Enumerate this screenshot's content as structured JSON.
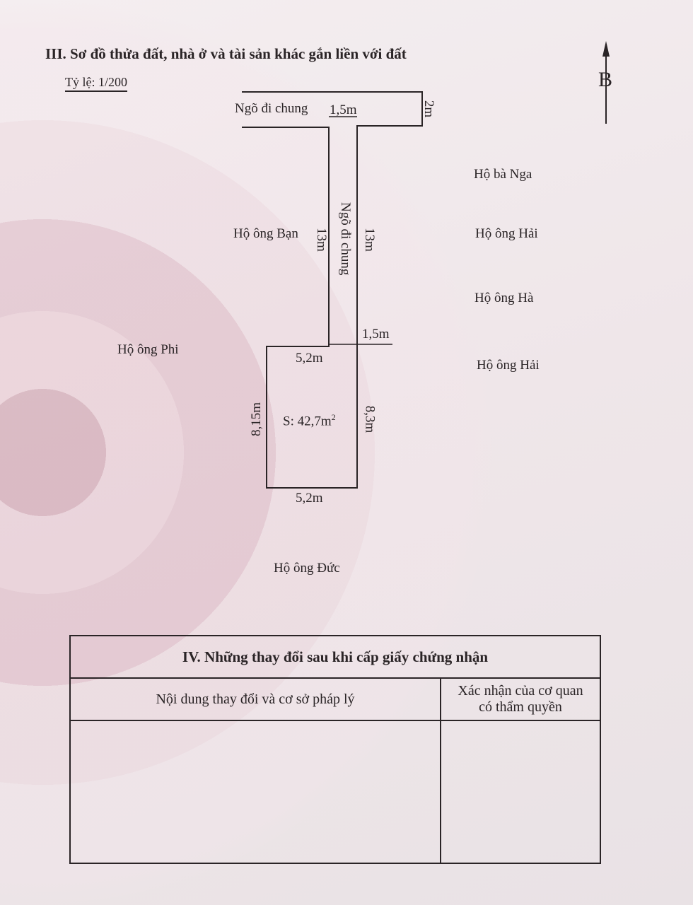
{
  "section3": {
    "title": "III. Sơ đồ thửa đất, nhà ở và tài sản khác gắn liền với đất",
    "scale": "Tỷ lệ: 1/200",
    "north_label": "B"
  },
  "plan": {
    "lane_top_label": "Ngõ đi chung",
    "lane_top_width": "1,5m",
    "lane_top_depth": "2m",
    "lane_vertical_label": "Ngõ đi chung",
    "lane_left_length": "13m",
    "lane_right_length": "13m",
    "lane_bottom_width": "1,5m",
    "parcel_top": "5,2m",
    "parcel_bottom": "5,2m",
    "parcel_left": "8,15m",
    "parcel_right": "8,3m",
    "parcel_area": "S: 42,7m",
    "parcel_area_sup": "2"
  },
  "neighbors": {
    "nga": "Hộ bà Nga",
    "hai1": "Hộ ông Hải",
    "ha": "Hộ ông Hà",
    "hai2": "Hộ ông Hải",
    "ban": "Hộ ông Bạn",
    "phi": "Hộ ông Phi",
    "duc": "Hộ ông Đức"
  },
  "section4": {
    "title": "IV. Những thay đổi sau khi cấp giấy chứng nhận",
    "col_content": "Nội dung thay đổi và cơ sở pháp lý",
    "col_confirm_line1": "Xác nhận của cơ quan",
    "col_confirm_line2": "có thẩm quyền"
  }
}
